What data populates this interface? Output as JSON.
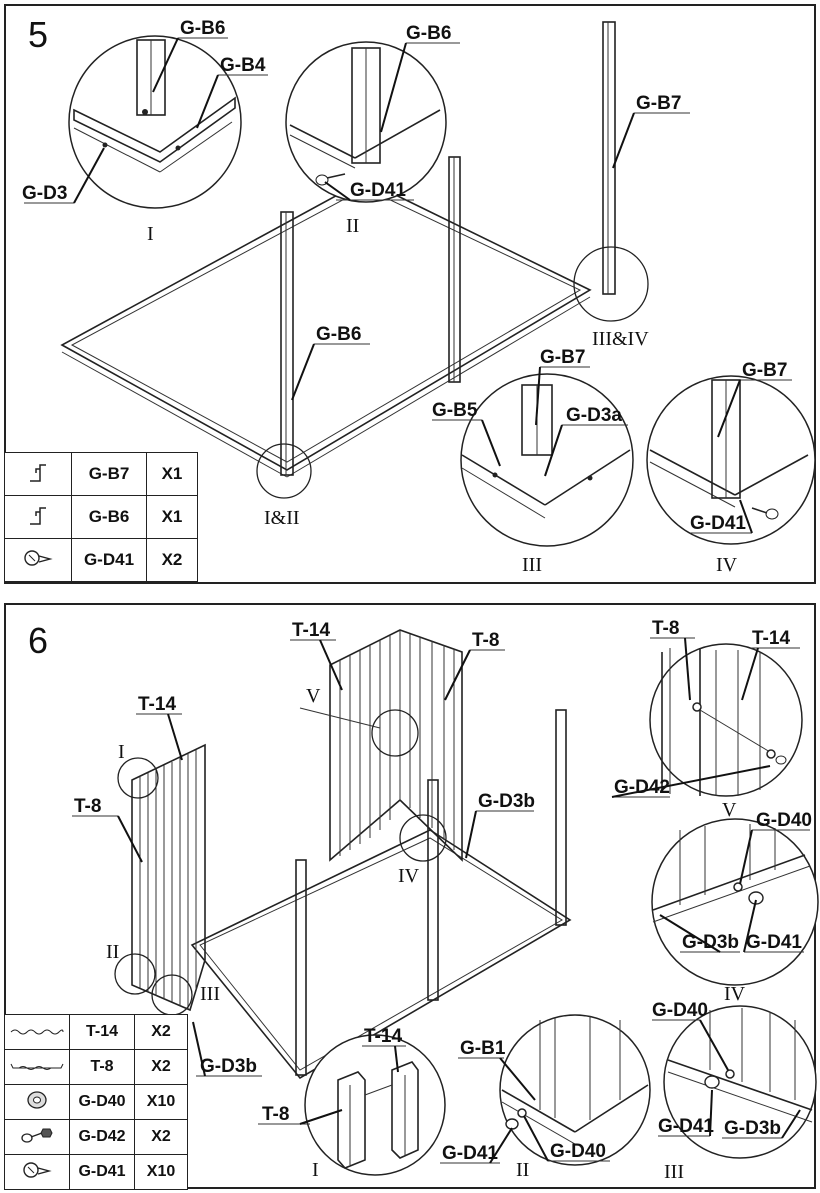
{
  "step5": {
    "number": "5",
    "labels": {
      "gb6_detail_i": "G-B6",
      "gb4": "G-B4",
      "gd3": "G-D3",
      "gb6_detail_ii": "G-B6",
      "gd41_detail_ii": "G-D41",
      "gb7_main": "G-B7",
      "gb6_main": "G-B6",
      "gb7_detail_iii": "G-B7",
      "gd3a": "G-D3a",
      "gb5": "G-B5",
      "gb7_detail_iv": "G-B7",
      "gd41_detail_iv": "G-D41"
    },
    "callouts": {
      "i": "I",
      "ii": "II",
      "i_and_ii": "I&II",
      "iii_and_iv": "III&IV",
      "iii": "III",
      "iv": "IV"
    },
    "parts": [
      {
        "icon": "corner-post-icon",
        "name": "G-B7",
        "qty": "X1"
      },
      {
        "icon": "corner-post-icon",
        "name": "G-B6",
        "qty": "X1"
      },
      {
        "icon": "screw-icon",
        "name": "G-D41",
        "qty": "X2"
      }
    ]
  },
  "step6": {
    "number": "6",
    "labels": {
      "t14_left": "T-14",
      "t8_left": "T-8",
      "t14_back": "T-14",
      "t8_back": "T-8",
      "gd3b_right": "G-D3b",
      "gd3b_bottom": "G-D3b",
      "t8_detail_v": "T-8",
      "t14_detail_v": "T-14",
      "gd42": "G-D42",
      "gd40_detail_iv": "G-D40",
      "gd3b_detail_iv": "G-D3b",
      "gd41_detail_iv": "G-D41",
      "t14_detail_i": "T-14",
      "t8_detail_i": "T-8",
      "gb1": "G-B1",
      "gd41_detail_ii": "G-D41",
      "gd40_detail_ii": "G-D40",
      "gd40_detail_iii": "G-D40",
      "gd41_detail_iii": "G-D41",
      "gd3b_detail_iii": "G-D3b"
    },
    "callouts": {
      "i": "I",
      "ii": "II",
      "iii": "III",
      "iv": "IV",
      "v": "V",
      "detail_v": "V",
      "detail_iv": "IV",
      "detail_i": "I",
      "detail_ii": "II",
      "detail_iii": "III"
    },
    "parts": [
      {
        "icon": "panel-t14-icon",
        "name": "T-14",
        "qty": "X2"
      },
      {
        "icon": "panel-t8-icon",
        "name": "T-8",
        "qty": "X2"
      },
      {
        "icon": "washer-icon",
        "name": "G-D40",
        "qty": "X10"
      },
      {
        "icon": "bolt-nut-icon",
        "name": "G-D42",
        "qty": "X2"
      },
      {
        "icon": "screw-icon",
        "name": "G-D41",
        "qty": "X10"
      }
    ]
  }
}
